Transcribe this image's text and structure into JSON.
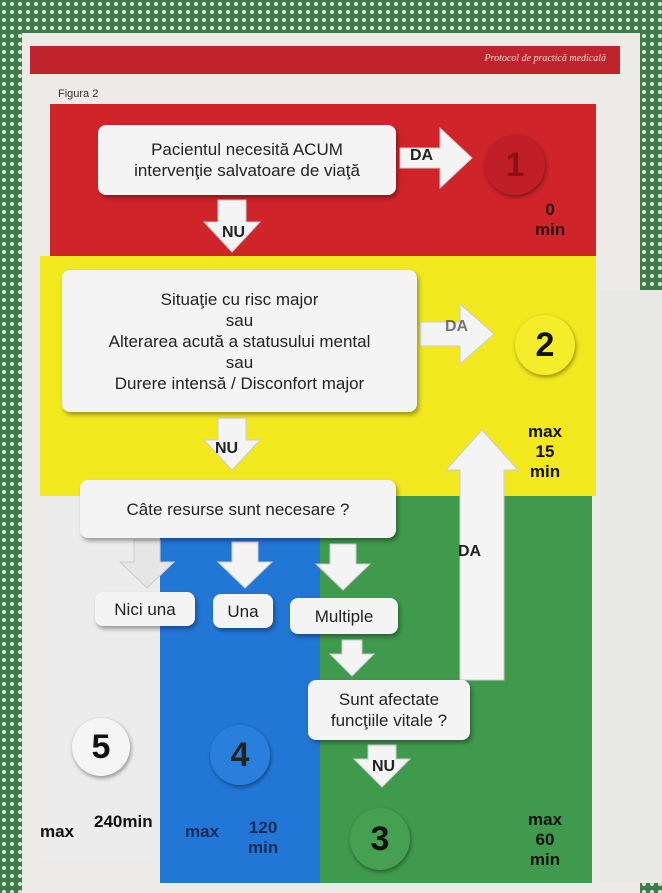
{
  "header": {
    "banner": "Protocol de practică medicală",
    "figure_label": "Figura 2"
  },
  "flow": {
    "q1": "Pacientul necesită ACUM intervenţie salvatoare de viaţă",
    "q2": [
      "Situaţie cu risc major",
      "sau",
      "Alterarea acută a statusului mental",
      "sau",
      "Durere intensă / Disconfort major"
    ],
    "q3": "Câte resurse sunt necesare ?",
    "resources": [
      "Nici una",
      "Una",
      "Multiple"
    ],
    "q4": "Sunt afectate funcţiile vitale ?",
    "yes": "DA",
    "no": "NU"
  },
  "levels": [
    {
      "number": "1",
      "time": [
        "0",
        "min"
      ],
      "color": "#d0242b"
    },
    {
      "number": "2",
      "time": [
        "max",
        "15",
        "min"
      ],
      "color": "#f2e81e"
    },
    {
      "number": "3",
      "time": [
        "max",
        "60",
        "min"
      ],
      "color": "#3f9a4e"
    },
    {
      "number": "4",
      "time": [
        "max",
        "120",
        "min"
      ],
      "color": "#2277d6"
    },
    {
      "number": "5",
      "time": [
        "max",
        "240min"
      ],
      "color": "#ececec"
    }
  ]
}
